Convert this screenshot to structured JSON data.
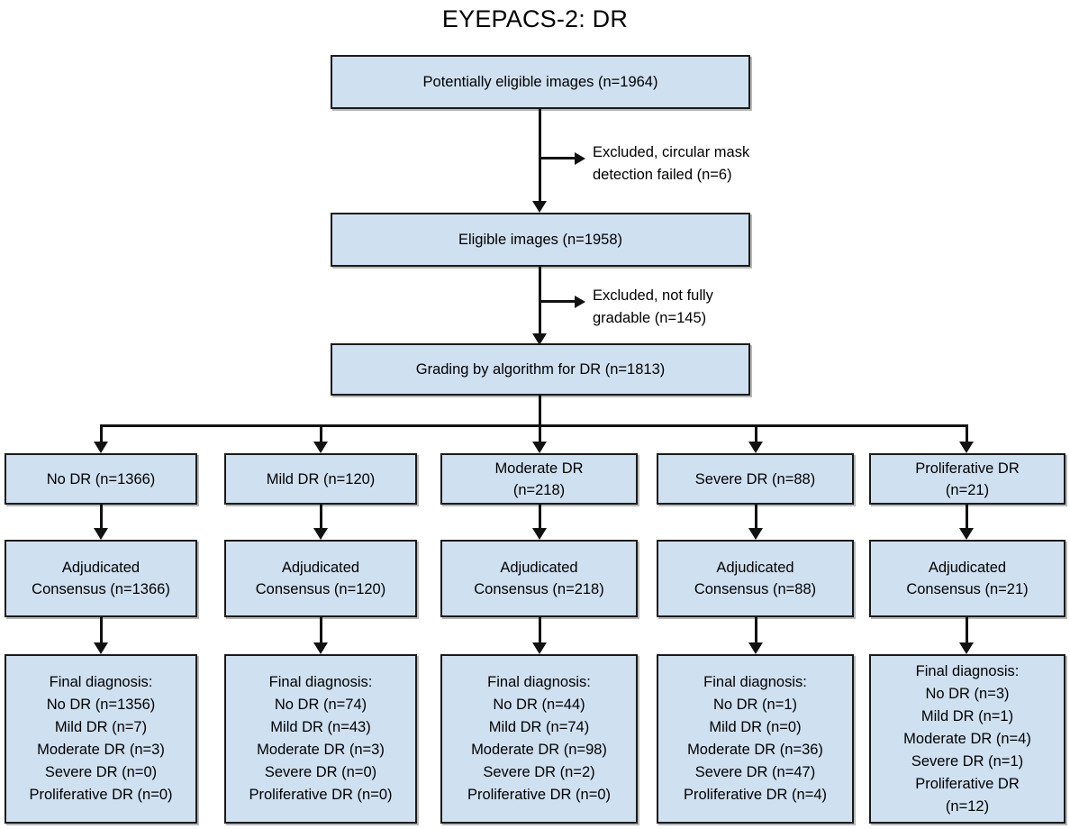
{
  "title": "EYEPACS-2: DR",
  "flow": {
    "top_box": "Potentially eligible images (n=1964)",
    "eligible_box": "Eligible images (n=1958)",
    "grading_box": "Grading by algorithm for DR (n=1813)",
    "exclusion_1": {
      "line1": "Excluded, circular mask",
      "line2": "detection failed (n=6)"
    },
    "exclusion_2": {
      "line1": "Excluded, not fully",
      "line2": "gradable (n=145)"
    }
  },
  "columns": [
    {
      "grade_line1": "No DR (n=1366)",
      "grade_line2": "",
      "consensus_line1": "Adjudicated",
      "consensus_line2": "Consensus (n=1366)",
      "final_header": "Final diagnosis:",
      "final_rows": [
        "No DR (n=1356)",
        "Mild DR (n=7)",
        "Moderate DR (n=3)",
        "Severe DR (n=0)",
        "Proliferative DR (n=0)",
        ""
      ]
    },
    {
      "grade_line1": "Mild DR (n=120)",
      "grade_line2": "",
      "consensus_line1": "Adjudicated",
      "consensus_line2": "Consensus (n=120)",
      "final_header": "Final diagnosis:",
      "final_rows": [
        "No DR (n=74)",
        "Mild DR (n=43)",
        "Moderate DR (n=3)",
        "Severe DR (n=0)",
        "Proliferative DR (n=0)",
        ""
      ]
    },
    {
      "grade_line1": "Moderate DR",
      "grade_line2": "(n=218)",
      "consensus_line1": "Adjudicated",
      "consensus_line2": "Consensus (n=218)",
      "final_header": "Final diagnosis:",
      "final_rows": [
        "No DR (n=44)",
        "Mild DR (n=74)",
        "Moderate DR (n=98)",
        "Severe DR (n=2)",
        "Proliferative DR (n=0)",
        ""
      ]
    },
    {
      "grade_line1": "Severe DR (n=88)",
      "grade_line2": "",
      "consensus_line1": "Adjudicated",
      "consensus_line2": "Consensus (n=88)",
      "final_header": "Final diagnosis:",
      "final_rows": [
        "No DR (n=1)",
        "Mild DR (n=0)",
        "Moderate DR (n=36)",
        "Severe DR (n=47)",
        "Proliferative DR (n=4)",
        ""
      ]
    },
    {
      "grade_line1": "Proliferative DR",
      "grade_line2": "(n=21)",
      "consensus_line1": "Adjudicated",
      "consensus_line2": "Consensus (n=21)",
      "final_header": "Final diagnosis:",
      "final_rows": [
        "No DR (n=3)",
        "Mild DR (n=1)",
        "Moderate DR (n=4)",
        "Severe DR (n=1)",
        "Proliferative DR",
        "(n=12)"
      ]
    }
  ],
  "colors": {
    "box_fill": "#cfe0f1",
    "box_border": "#1a1a1a",
    "line": "#111111",
    "background": "#ffffff"
  }
}
